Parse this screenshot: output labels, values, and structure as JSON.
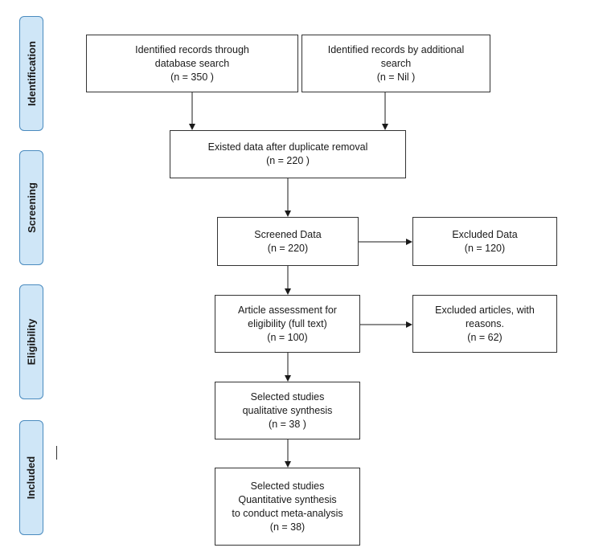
{
  "stages": [
    {
      "id": "identification",
      "label": "Identification"
    },
    {
      "id": "screening",
      "label": "Screening"
    },
    {
      "id": "eligibility",
      "label": "Eligibility"
    },
    {
      "id": "included",
      "label": "Included"
    }
  ],
  "boxes": {
    "db_search": {
      "line1": "Identified records through",
      "line2": "database search",
      "line3": "(n = 350 )"
    },
    "additional": {
      "line1": "Identified records by additional",
      "line2": "search",
      "line3": "(n =  Nil )"
    },
    "duplicates": {
      "line1": "Existed data after duplicate removal",
      "line2": "(n = 220 )"
    },
    "screened": {
      "line1": "Screened Data",
      "line2": "(n = 220)"
    },
    "excluded_data": {
      "line1": "Excluded Data",
      "line2": "(n = 120)"
    },
    "assessment": {
      "line1": "Article assessment for",
      "line2": "eligibility (full text)",
      "line3": "(n =  100)"
    },
    "excluded_articles": {
      "line1": "Excluded articles, with",
      "line2": "reasons.",
      "line3": "(n = 62)"
    },
    "qualitative": {
      "line1": "Selected studies",
      "line2": "qualitative synthesis",
      "line3": "(n = 38  )"
    },
    "quantitative": {
      "line1": "Selected studies",
      "line2": "Quantitative synthesis",
      "line3": "to conduct meta-analysis",
      "line4": "(n = 38)"
    }
  }
}
